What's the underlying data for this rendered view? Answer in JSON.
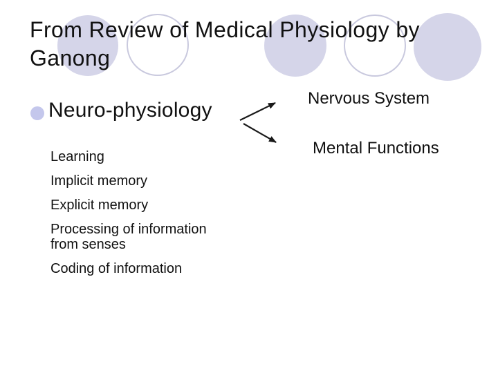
{
  "slide": {
    "title": "From Review of Medical Physiology by Ganong",
    "main_bullet": "Neuro-physiology",
    "sub_items": [
      "Learning",
      "Implicit memory",
      "Explicit memory",
      "Processing of information from senses",
      "Coding of information"
    ],
    "diagram": {
      "nodes": [
        "Nervous System",
        "Mental Functions"
      ]
    }
  },
  "icons": {
    "bullet": "filled-circle-bullet-icon",
    "arrow_up": "arrow-right-up-icon",
    "arrow_down": "arrow-right-down-icon"
  },
  "colors": {
    "background": "#ffffff",
    "text": "#111111",
    "decorative_circle_fill": "#d5d5e9",
    "decorative_circle_stroke": "#c9c9de",
    "bullet_fill": "#c4c7ec",
    "arrow": "#1a1a1a"
  }
}
